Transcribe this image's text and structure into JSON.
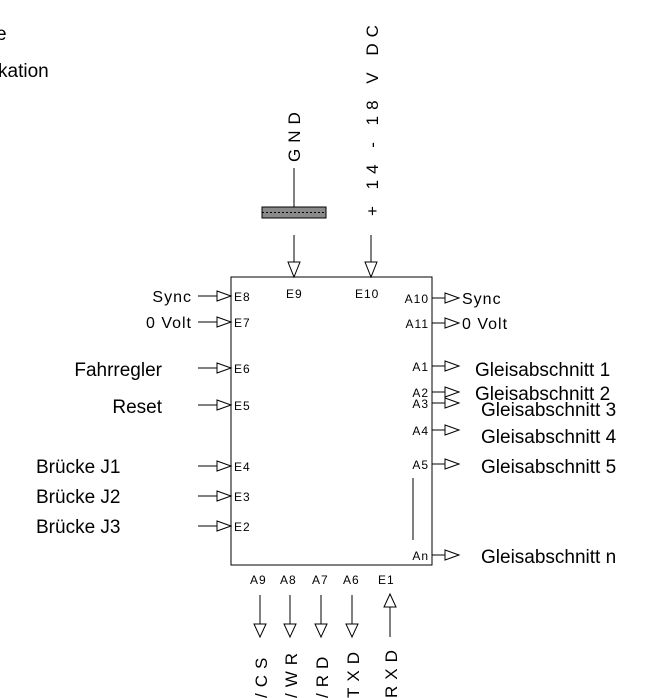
{
  "top_left_text": [
    "e",
    "kation"
  ],
  "power": {
    "gnd": "GND",
    "supply": "+ 14 - 18 V DC"
  },
  "chip": {
    "top_pins": [
      "E9",
      "E10"
    ],
    "left_pins": [
      "E8",
      "E7",
      "E6",
      "E5",
      "E4",
      "E3",
      "E2"
    ],
    "right_pins": [
      "A10",
      "A11",
      "A1",
      "A2",
      "A3",
      "A4",
      "A5",
      "An"
    ],
    "bottom_pins": [
      "A9",
      "A8",
      "A7",
      "A6",
      "E1"
    ]
  },
  "left_labels": {
    "sync": "Sync",
    "zero_volt": "0 Volt",
    "fahrregler": "Fahrregler",
    "reset": "Reset",
    "bruecke_j1": "Brücke J1",
    "bruecke_j2": "Brücke J2",
    "bruecke_j3": "Brücke J3"
  },
  "right_labels": {
    "sync": "Sync",
    "zero_volt": "0 Volt",
    "gleis_1": "Gleisabschnitt 1",
    "gleis_2": "Gleisabschnitt 2",
    "gleis_3": "Gleisabschnitt 3",
    "gleis_4": "Gleisabschnitt 4",
    "gleis_5": "Gleisabschnitt 5",
    "gleis_n": "Gleisabschnitt n"
  },
  "bottom_signals": [
    "/CS",
    "/WR",
    "/RD",
    "TXD",
    "RXD"
  ]
}
